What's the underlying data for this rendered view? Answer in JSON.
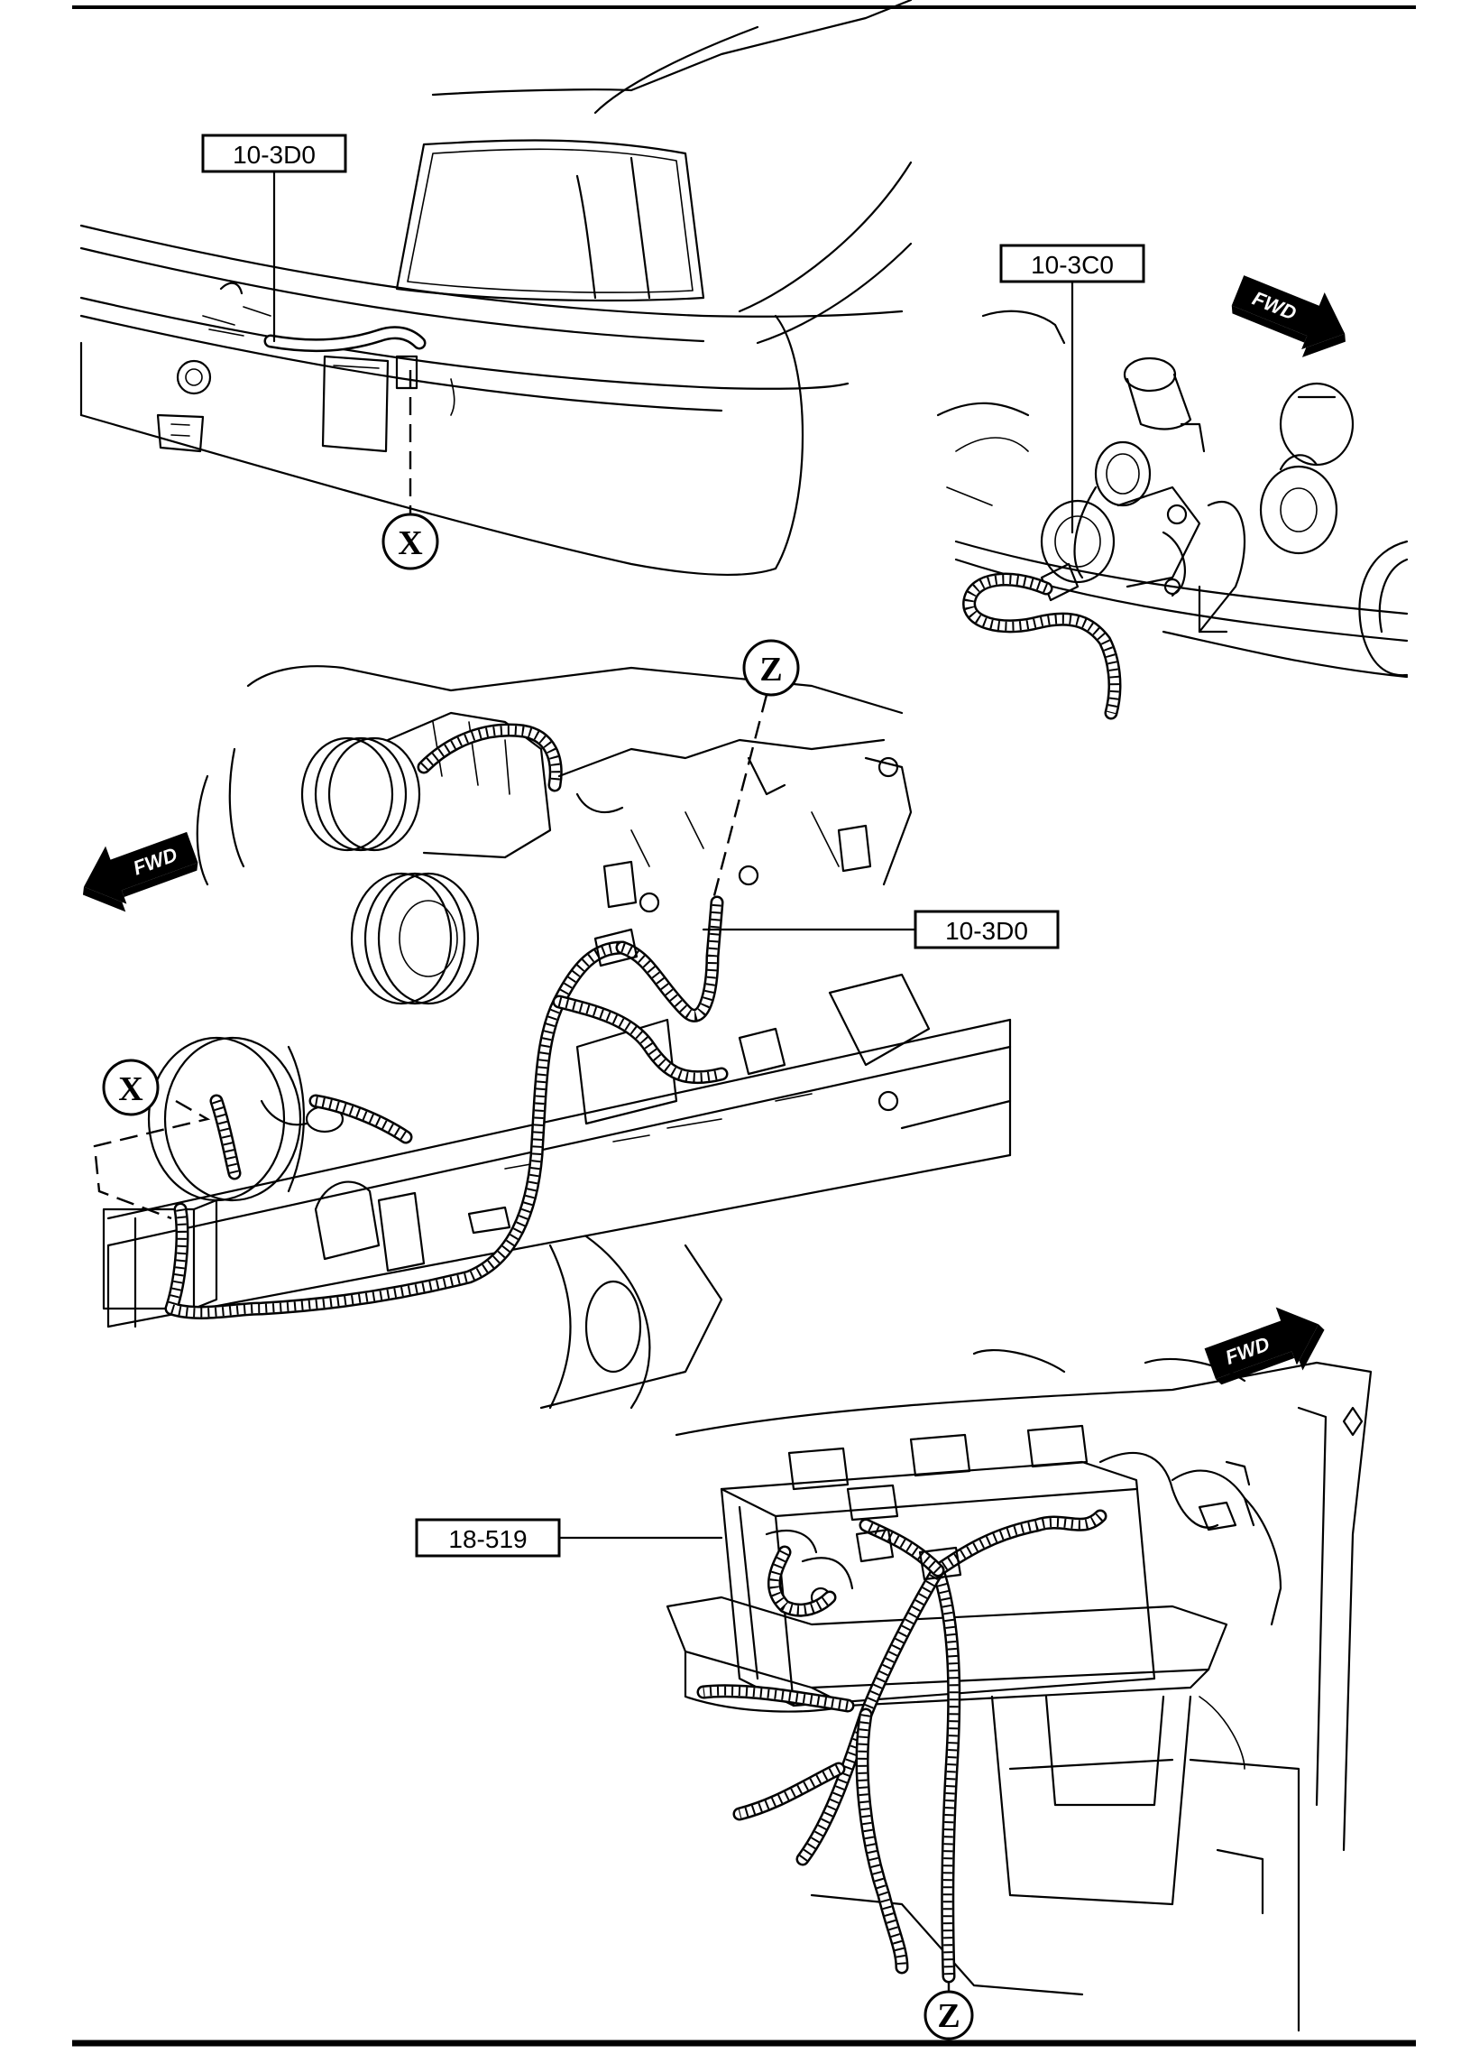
{
  "diagram": {
    "callouts": {
      "rear_connector": "10-3D0",
      "egr_connector": "10-3C0",
      "frame_connector": "10-3D0",
      "battery_connector": "18-519"
    },
    "markers": {
      "x_top": "X",
      "x_middle": "X",
      "z_middle": "Z",
      "z_bottom": "Z"
    },
    "direction_arrows": {
      "top_right": "FWD",
      "middle_left": "FWD",
      "bottom_right": "FWD"
    }
  }
}
